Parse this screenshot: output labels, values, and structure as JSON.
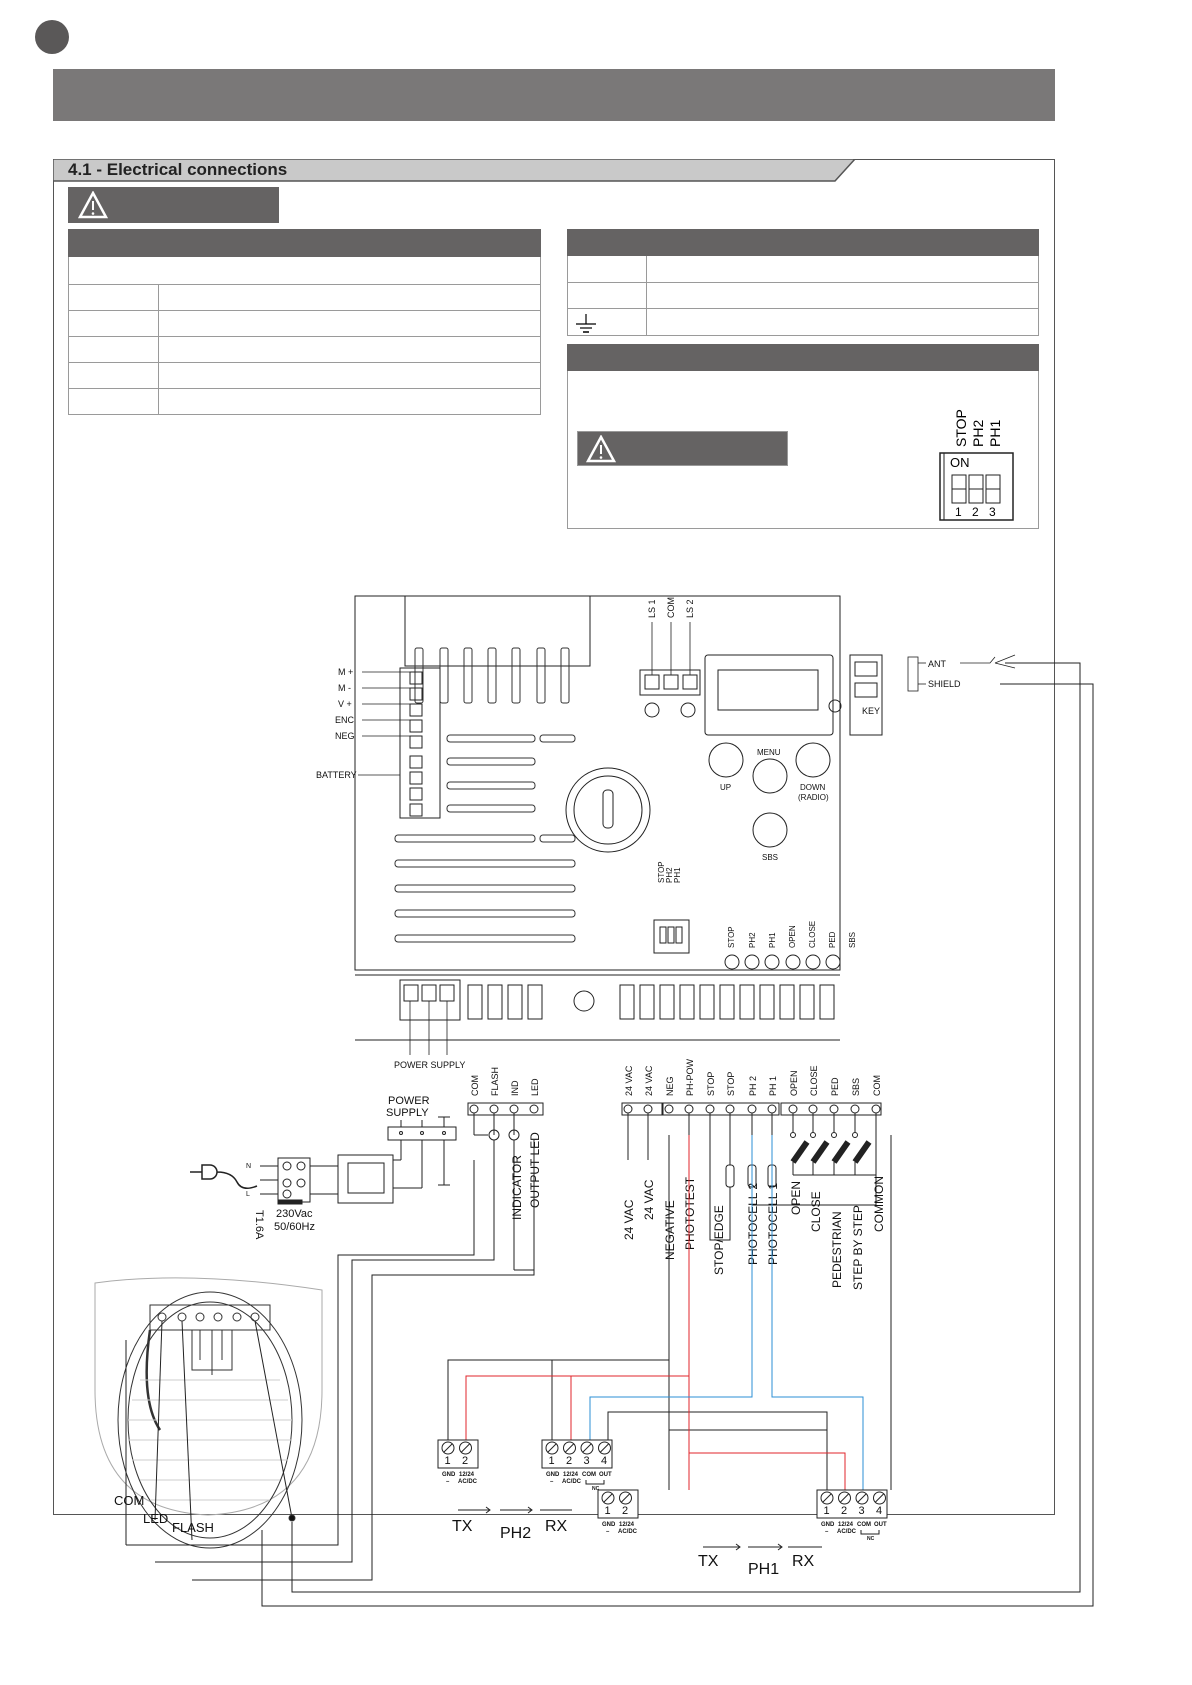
{
  "section_title": "4.1 - Electrical connections",
  "colors": {
    "header_bar": "#7a7878",
    "table_header": "#656363",
    "wire_red": "#e0262b",
    "wire_blue": "#2b8fd6"
  },
  "icons": [
    "warning-triangle-icon",
    "earth-ground-icon"
  ],
  "dip_box": {
    "labels": [
      "STOP",
      "PH2",
      "PH1"
    ],
    "on_label": "ON",
    "numbers": [
      "1",
      "2",
      "3"
    ]
  },
  "board": {
    "motor_labels": [
      "M +",
      "M -",
      "V +",
      "ENC",
      "NEG"
    ],
    "battery_label": "BATTERY",
    "limit_labels": [
      "LS 1",
      "COM",
      "LS 2"
    ],
    "antenna_labels": [
      "ANT",
      "SHIELD"
    ],
    "key_label": "KEY",
    "buttons": {
      "up": "UP",
      "menu": "MENU",
      "down": "DOWN",
      "down_sub": "(RADIO)",
      "sbs": "SBS"
    },
    "dip_labels": [
      "STOP",
      "PH2",
      "PH1"
    ],
    "led_labels": [
      "STOP",
      "PH2",
      "PH1",
      "OPEN",
      "CLOSE",
      "PED",
      "SBS"
    ],
    "power_supply_label": "POWER SUPPLY"
  },
  "terminals": {
    "outputs": [
      "COM",
      "FLASH",
      "IND",
      "LED"
    ],
    "inputs": [
      "24 VAC",
      "24 VAC",
      "NEG",
      "PH-POW",
      "STOP",
      "STOP",
      "PH 2",
      "PH 1",
      "OPEN",
      "CLOSE",
      "PED",
      "SBS",
      "COM"
    ],
    "output_desc": [
      "INDICATOR",
      "OUTPUT LED"
    ],
    "input_desc": [
      "24 VAC",
      "24 VAC",
      "NEGATIVE",
      "PHOTOTEST",
      "STOP/EDGE",
      "PHOTOCELL 2",
      "PHOTOCELL 1",
      "OPEN",
      "CLOSE",
      "PEDESTRIAN",
      "STEP BY STEP",
      "COMMON"
    ]
  },
  "mains": {
    "power_supply": [
      "POWER",
      "SUPPLY"
    ],
    "n": "N",
    "l": "L",
    "voltage": "230Vac",
    "freq": "50/60Hz",
    "fuse": "T1.6A"
  },
  "photocells": {
    "tx_nums": [
      "1",
      "2"
    ],
    "rx_nums": [
      "1",
      "2",
      "3",
      "4"
    ],
    "gnd": "GND",
    "minus": "–",
    "v": "12/24",
    "acdc": "AC/DC",
    "com": "COM",
    "out": "OUT",
    "nc": "NC",
    "pair2": [
      "TX",
      "PH2",
      "RX"
    ],
    "pair1": [
      "TX",
      "PH1",
      "RX"
    ]
  },
  "lamp": {
    "labels": [
      "COM",
      "LED",
      "FLASH"
    ]
  }
}
